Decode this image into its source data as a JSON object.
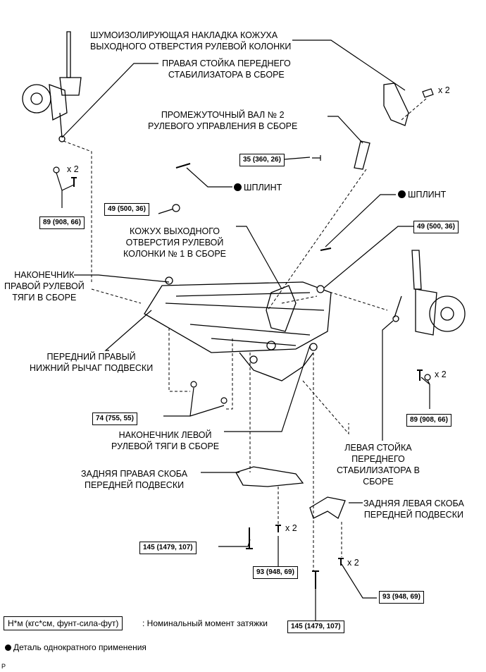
{
  "labels": {
    "sound_cover": [
      "ШУМОИЗОЛИРУЮЩАЯ НАКЛАДКА КОЖУХА",
      "ВЫХОДНОГО ОТВЕРСТИЯ РУЛЕВОЙ КОЛОНКИ"
    ],
    "right_stab_link": [
      "ПРАВАЯ СТОЙКА ПЕРЕДНЕГО",
      "СТАБИЛИЗАТОРА В СБОРЕ"
    ],
    "intermediate_shaft": [
      "ПРОМЕЖУТОЧНЫЙ ВАЛ № 2",
      "РУЛЕВОГО УПРАВЛЕНИЯ В СБОРЕ"
    ],
    "cotter_pin_1": "ШПЛИНТ",
    "cotter_pin_2": "ШПЛИНТ",
    "column_hole_cover": [
      "КОЖУХ ВЫХОДНОГО",
      "ОТВЕРСТИЯ РУЛЕВОЙ",
      "КОЛОНКИ № 1 В СБОРЕ"
    ],
    "right_tie_rod_end": [
      "НАКОНЕЧНИК",
      "ПРАВОЙ РУЛЕВОЙ",
      "ТЯГИ В СБОРЕ"
    ],
    "front_right_lower_arm": [
      "ПЕРЕДНИЙ ПРАВЫЙ",
      "НИЖНИЙ РЫЧАГ ПОДВЕСКИ"
    ],
    "left_tie_rod_end": [
      "НАКОНЕЧНИК ЛЕВОЙ",
      "РУЛЕВОЙ ТЯГИ В СБОРЕ"
    ],
    "left_stab_link": [
      "ЛЕВАЯ СТОЙКА",
      "ПЕРЕДНЕГО",
      "СТАБИЛИЗАТОРА В",
      "СБОРЕ"
    ],
    "rear_right_bracket": [
      "ЗАДНЯЯ ПРАВАЯ СКОБА",
      "ПЕРЕДНЕЙ ПОДВЕСКИ"
    ],
    "rear_left_bracket": [
      "ЗАДНЯЯ ЛЕВАЯ СКОБА",
      "ПЕРЕДНЕЙ ПОДВЕСКИ"
    ]
  },
  "torques": {
    "t_shaft": "35 (360, 26)",
    "t_49a": "49 (500, 36)",
    "t_49b": "49 (500, 36)",
    "t_89a": "89 (908, 66)",
    "t_89b": "89 (908, 66)",
    "t_74": "74 (755, 55)",
    "t_145a": "145 (1479, 107)",
    "t_145b": "145 (1479, 107)",
    "t_93a": "93 (948, 69)",
    "t_93b": "93 (948, 69)"
  },
  "quantities": {
    "q_clip": "x 2",
    "q_89a": "x 2",
    "q_89b": "x 2",
    "q_93a": "x 2",
    "q_93b": "x 2"
  },
  "legend": {
    "unit": "Н*м (кгс*см, фунт-сила-фут)",
    "unit_desc": ": Номинальный момент затяжки",
    "single_use": "Деталь однократного применения"
  },
  "footer_code": "P"
}
